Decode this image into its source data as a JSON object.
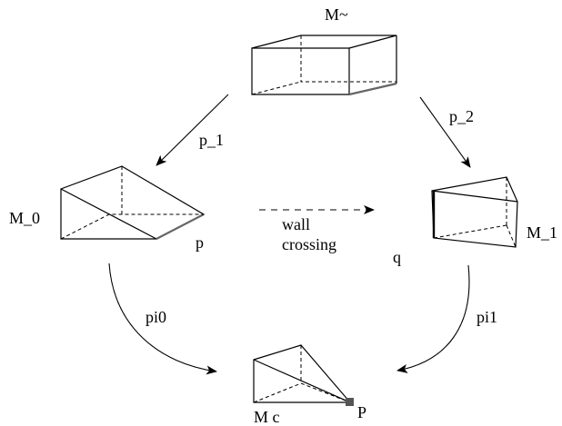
{
  "spaces": {
    "top": "M~",
    "left": "M_0",
    "right": "M_1",
    "bottom": "M c"
  },
  "maps": {
    "p1": "p_1",
    "p2": "p_2",
    "pi0": "pi0",
    "pi1": "pi1",
    "wall_line1": "wall",
    "wall_line2": "crossing"
  },
  "points": {
    "p": "p",
    "q": "q",
    "P": "P"
  },
  "colors": {
    "stroke": "#000000",
    "highlight_edge": "#666666",
    "background": "#ffffff"
  }
}
